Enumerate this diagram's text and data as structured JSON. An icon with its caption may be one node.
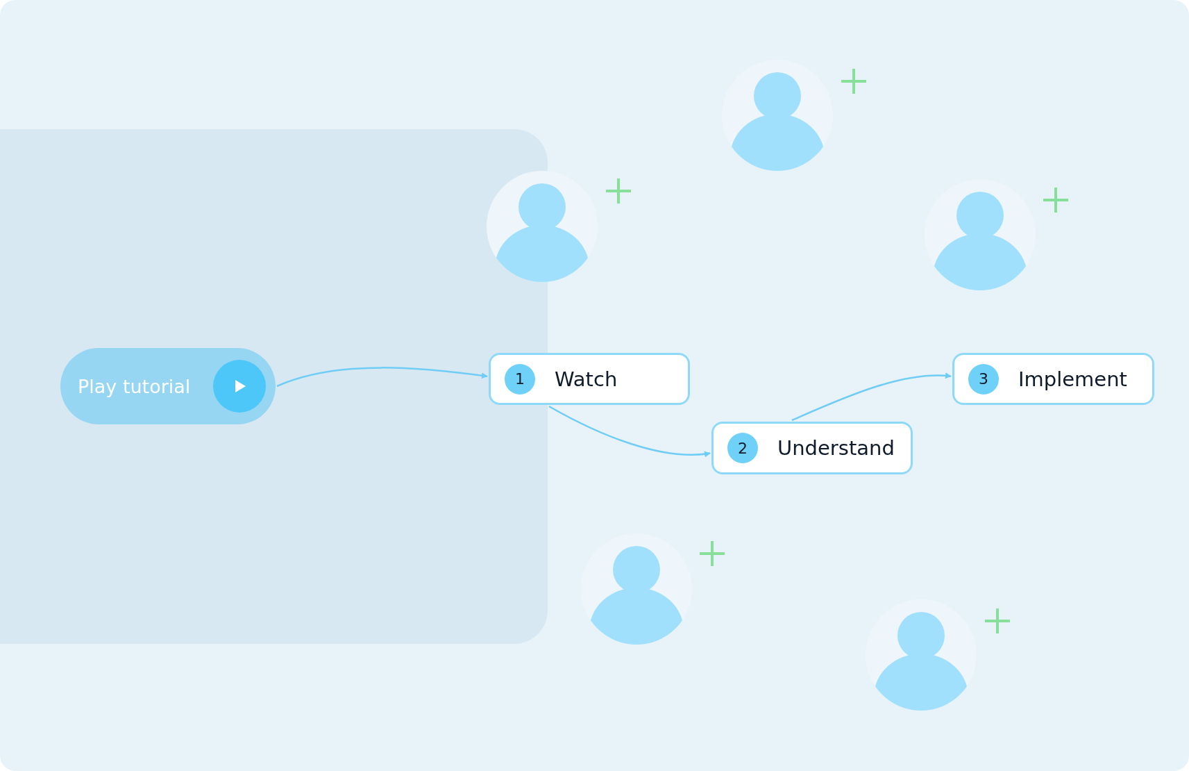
{
  "diagram": {
    "nodes": [
      {
        "text": [
          "Play tutorial"
        ]
      },
      {
        "text": [
          "1",
          "Watch"
        ]
      },
      {
        "text": [
          "2",
          "Understand"
        ]
      },
      {
        "text": [
          "3",
          "Implement"
        ]
      }
    ],
    "edges": [
      {
        "from": 0,
        "to": 1,
        "arrow": "to"
      },
      {
        "from": 1,
        "to": 2,
        "arrow": "to"
      },
      {
        "from": 2,
        "to": 3,
        "arrow": "to"
      }
    ]
  }
}
